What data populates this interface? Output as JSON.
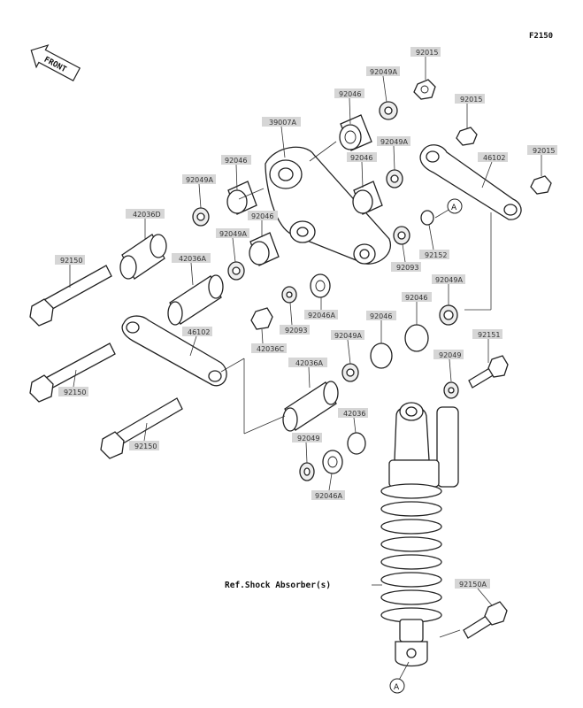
{
  "figure_code": "F2150",
  "front_label": "FRONT",
  "ref_label": "Ref.Shock Absorber(s)",
  "ref_marker": "A",
  "parts": {
    "p92015_top": "92015",
    "p92049A_top": "92049A",
    "p92046_a": "92046",
    "p39007A": "39007A",
    "p92015_mid": "92015",
    "p92049A_mid": "92049A",
    "p92046_b": "92046",
    "p46102_r": "46102",
    "p92015_r": "92015",
    "p92046_c": "92046",
    "p92049A_left": "92049A",
    "p42036D": "42036D",
    "p92046_d": "92046",
    "p92049A_left2": "92049A",
    "p42036A_left": "42036A",
    "p92150_left": "92150",
    "p92093_a": "92093",
    "p92152": "92152",
    "p92049A_r2": "92049A",
    "p92046A_a": "92046A",
    "p92046_e": "92046",
    "p46102_l": "46102",
    "p92093_b": "92093",
    "p92049A_c": "92049A",
    "p92151": "92151",
    "p42036C": "42036C",
    "p42036A_mid": "42036A",
    "p92049": "92049",
    "p92150_mid": "92150",
    "p42036": "42036",
    "p92150_low": "92150",
    "p92049_low": "92049",
    "p92046A_low": "92046A",
    "p92150A": "92150A"
  }
}
